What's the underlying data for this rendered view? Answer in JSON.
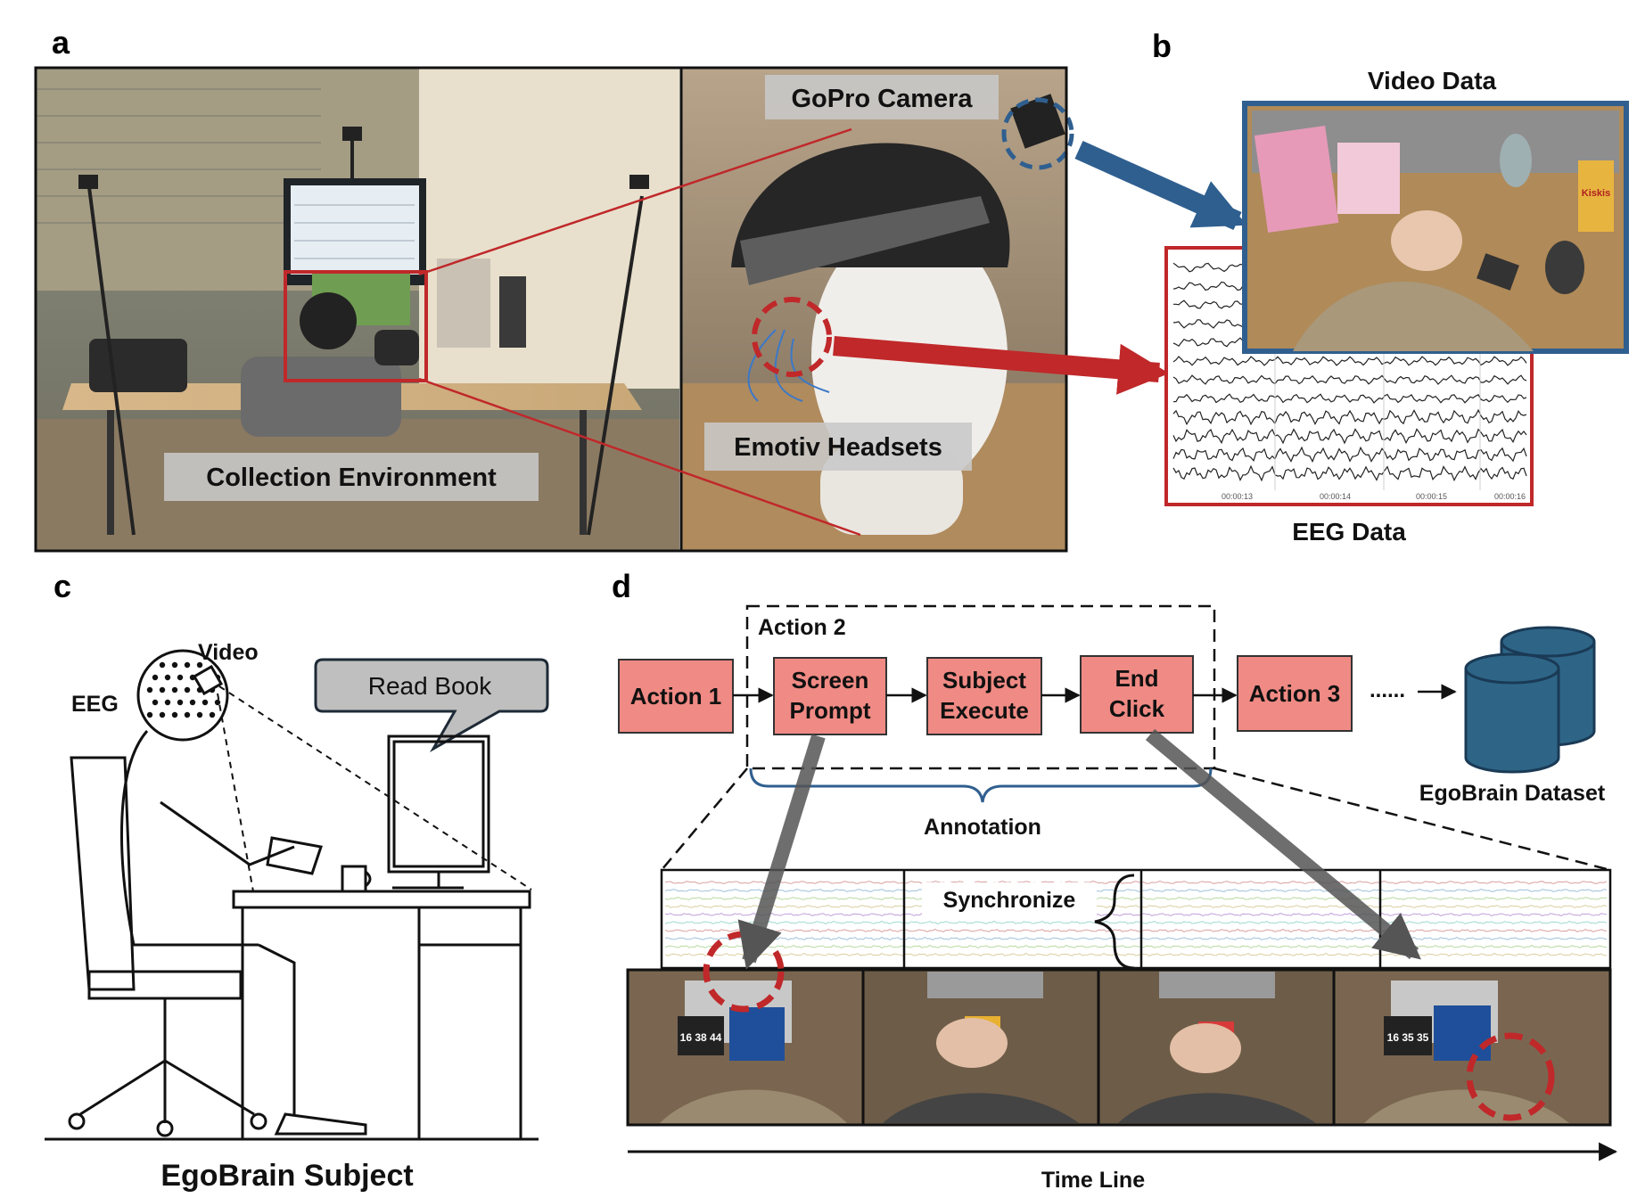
{
  "panels": {
    "a": {
      "letter": "a",
      "environment_label": "Collection Environment",
      "camera_label": "GoPro Camera",
      "headset_label": "Emotiv Headsets"
    },
    "b": {
      "letter": "b",
      "video_title": "Video Data",
      "eeg_title": "EEG Data",
      "eeg_time_ticks": [
        "00:00:13",
        "00:00:14",
        "00:00:15",
        "00:00:16"
      ],
      "brand_text": "Kiskis"
    },
    "c": {
      "letter": "c",
      "video_label": "Video",
      "eeg_label": "EEG",
      "speech_bubble": "Read Book",
      "caption": "EgoBrain Subject"
    },
    "d": {
      "letter": "d",
      "group_label": "Action 2",
      "boxes": {
        "action1": "Action 1",
        "screen_prompt": [
          "Screen",
          "Prompt"
        ],
        "subject_execute": [
          "Subject",
          "Execute"
        ],
        "end_click": [
          "End",
          "Click"
        ],
        "action3": "Action 3"
      },
      "ellipsis": "......",
      "dataset_label": "EgoBrain Dataset",
      "annotation_label": "Annotation",
      "synchronize_label": "Synchronize",
      "timeline_label": "Time Line",
      "clock_readouts": [
        "16 38 44",
        "16 35 35"
      ]
    }
  },
  "colors": {
    "box_fill": "#f08a84",
    "accent_red": "#c0282a",
    "accent_blue": "#2f5f8f",
    "dataset_blue": "#2e6587",
    "text": "#111111"
  }
}
